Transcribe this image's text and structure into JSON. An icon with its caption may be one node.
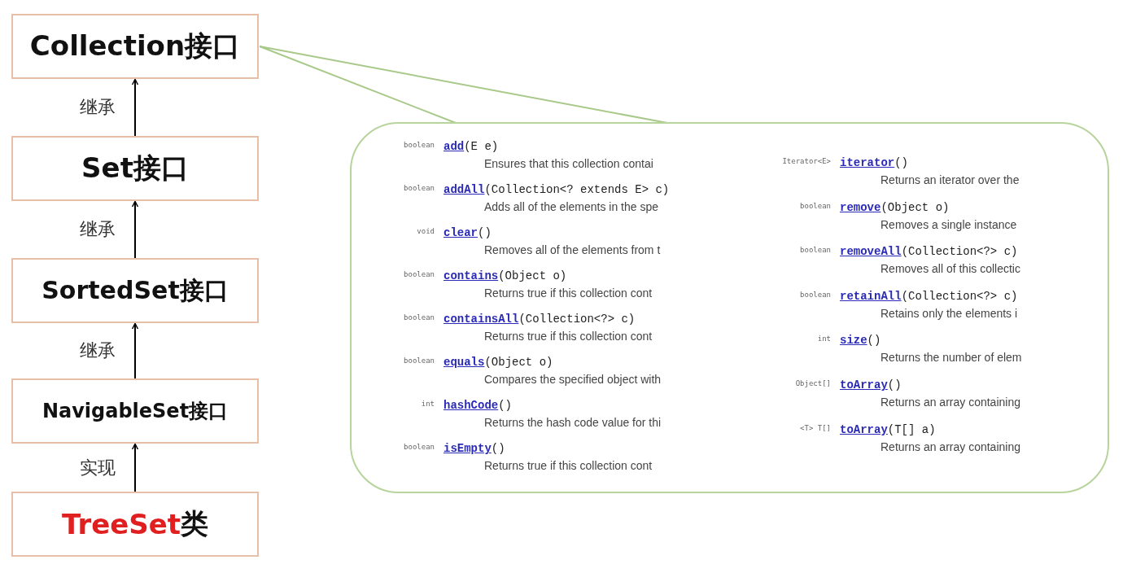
{
  "diagram": {
    "nodes": [
      {
        "text": [
          "Collection接口"
        ]
      },
      {
        "text": [
          "Set接口"
        ]
      },
      {
        "text": [
          "SortedSet接口"
        ]
      },
      {
        "text": [
          "NavigableSet接口"
        ]
      },
      {
        "text": [
          "TreeSet类"
        ]
      },
      {
        "text": [],
        "shape": "box"
      }
    ],
    "edges": [
      {
        "from": 1,
        "to": 0,
        "arrow": "to",
        "label": "继承"
      },
      {
        "from": 2,
        "to": 1,
        "arrow": "to",
        "label": "继承"
      },
      {
        "from": 3,
        "to": 2,
        "arrow": "to",
        "label": "继承"
      },
      {
        "from": 4,
        "to": 3,
        "arrow": "to",
        "label": "实现"
      },
      {
        "from": 0,
        "to": 5,
        "arrow": "none",
        "color": "#a9c98a"
      }
    ],
    "labels": [
      "boolean",
      "add(E e)",
      "Ensures that this collection contai",
      "boolean",
      "addAll(Collection<? extends E> c)",
      "Adds all of the elements in the spe",
      "void",
      "clear()",
      "Removes all of the elements from t",
      "boolean",
      "contains(Object o)",
      "Returns true if this collection cont",
      "boolean",
      "containsAll(Collection<?> c)",
      "Returns true if this collection cont",
      "boolean",
      "equals(Object o)",
      "Compares the specified object with",
      "int",
      "hashCode()",
      "Returns the hash code value for thi",
      "boolean",
      "isEmpty()",
      "Returns true if this collection cont",
      "Iterator<E>",
      "iterator()",
      "Returns an iterator over the",
      "boolean",
      "remove(Object o)",
      "Removes a single instance",
      "boolean",
      "removeAll(Collection<?> c)",
      "Removes all of this collectic",
      "boolean",
      "retainAll(Collection<?> c)",
      "Retains only the elements i",
      "int",
      "size()",
      "Returns the number of elem",
      "Object[]",
      "toArray()",
      "Returns an array containing",
      "<T> T[]",
      "toArray(T[] a)",
      "Returns an array containing"
    ]
  }
}
